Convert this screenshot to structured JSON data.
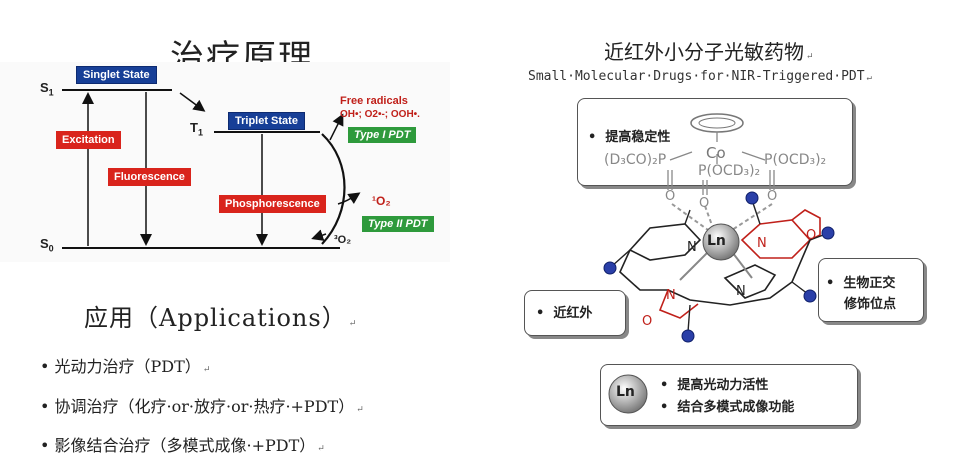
{
  "left": {
    "title": "治疗原理",
    "states": {
      "singlet": "Singlet State",
      "triplet": "Triplet State",
      "s1": "S",
      "s1_sub": "1",
      "t1": "T",
      "t1_sub": "1",
      "s0": "S",
      "s0_sub": "0"
    },
    "processes": {
      "excitation": "Excitation",
      "fluorescence": "Fluorescence",
      "phosphorescence": "Phosphorescence"
    },
    "free_radicals_title": "Free radicals",
    "free_radicals_species": "OH•; O2•-; OOH•.",
    "type1": "Type I PDT",
    "singlet_oxygen": "¹O₂",
    "type2": "Type II PDT",
    "triplet_oxygen": "³O₂"
  },
  "applications": {
    "title": "应用（Applications）",
    "items": [
      "光动力治疗（PDT）",
      "协调治疗（化疗·or·放疗·or·热疗·+PDT）",
      "影像结合治疗（多模式成像·+PDT）"
    ]
  },
  "right": {
    "title": "近红外小分子光敏药物",
    "subtitle": "Small·Molecular·Drugs·for·NIR-Triggered·PDT",
    "callouts": {
      "stability": "提高稳定性",
      "nir": "近红外",
      "bio_line1": "生物正交",
      "bio_line2": "修饰位点",
      "pdt_line1": "提高光动力活性",
      "pdt_line2": "结合多模式成像功能"
    },
    "molecule": {
      "co": "Co",
      "ln": "Ln",
      "left_p": "(D₃CO)₂P",
      "mid_p": "P(OCD₃)₂",
      "right_p": "P(OCD₃)₂",
      "o": "O",
      "n": "N"
    },
    "colors": {
      "accent_red": "#d9241c",
      "accent_blue": "#173f97",
      "accent_green": "#2e9a3c"
    }
  }
}
